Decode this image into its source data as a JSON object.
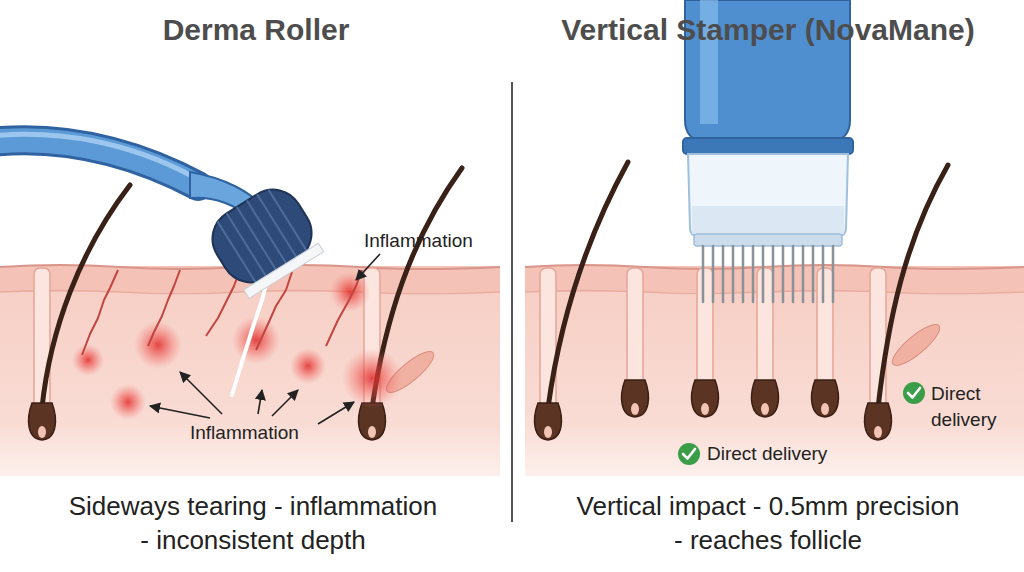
{
  "diagram": {
    "labels": [
      "Derma Roller",
      "Vertical Stamper (NovaMane)",
      "Inflammation",
      "Inflammation",
      "Direct delivery",
      "Direct delivery",
      "Sideways tearing - inflammation - inconsistent depth",
      "Vertical impact - 0.5mm precision - reaches follicle"
    ]
  }
}
